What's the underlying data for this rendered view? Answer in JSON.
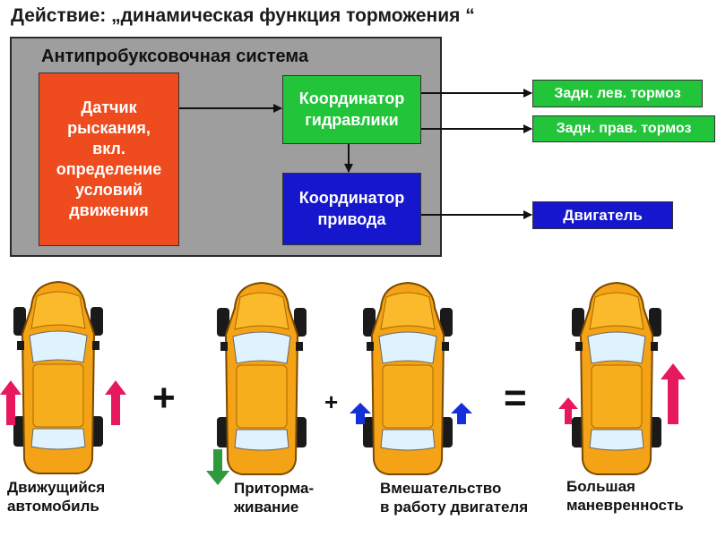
{
  "title": "Действие: „динамическая функция торможения “",
  "panel": {
    "title": "Антипробуксовочная система",
    "sensor_lines": [
      "Датчик",
      "рыскания,",
      "вкл.",
      "определение",
      "условий",
      "движения"
    ],
    "hydraulics_lines": [
      "Координатор",
      "гидравлики"
    ],
    "drive_lines": [
      "Координатор",
      "привода"
    ]
  },
  "outputs": {
    "rear_left_brake": "Задн. лев. тормоз",
    "rear_right_brake": "Задн. прав. тормоз",
    "engine": "Двигатель"
  },
  "operators": {
    "plus_large": "+",
    "plus_small": "+",
    "equals": "="
  },
  "captions": {
    "moving": [
      "Движущийся",
      "автомобиль"
    ],
    "braking": [
      "Приторма-",
      "живание"
    ],
    "engine_intervention": [
      "Вмешательство",
      "в работу двигателя"
    ],
    "maneuverability": [
      "Большая",
      "маневренность"
    ]
  },
  "colors": {
    "panel": "#9e9e9e",
    "sensor": "#ee4b1e",
    "hydraulics": "#22c43a",
    "drive": "#1616cc",
    "car_body": "#f5a316",
    "arrow_pink": "#e8185e",
    "arrow_green": "#2f9a3c",
    "arrow_blue": "#1530d8"
  },
  "icons": {
    "car": "car-top-view-icon",
    "force_up": "arrow-up-icon",
    "force_down": "arrow-down-icon"
  }
}
